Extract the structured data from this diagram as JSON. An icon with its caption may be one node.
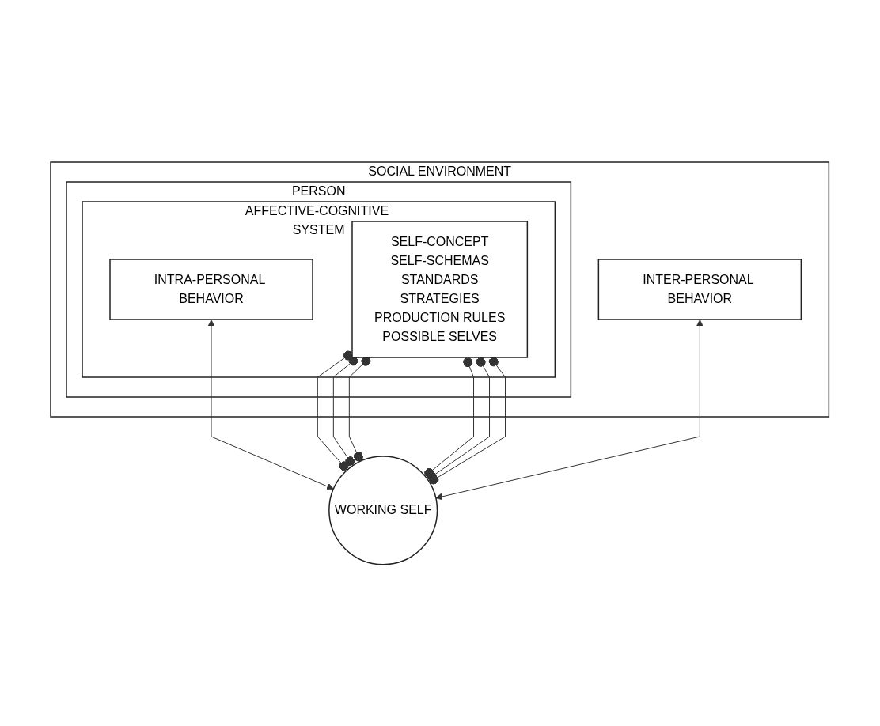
{
  "diagram": {
    "nodes": [
      {
        "text": [
          "SOCIAL ENVIRONMENT"
        ]
      },
      {
        "text": [
          "PERSON"
        ],
        "in": 0
      },
      {
        "text": [
          "AFFECTIVE-COGNITIVE SYSTEM"
        ],
        "in": 1
      },
      {
        "text": [
          "INTRA-PERSONAL BEHAVIOR"
        ],
        "in": 2
      },
      {
        "text": [
          "SELF-CONCEPT",
          "SELF-SCHEMAS",
          "STANDARDS",
          "STRATEGIES",
          "PRODUCTION RULES",
          "POSSIBLE SELVES"
        ],
        "in": 2
      },
      {
        "text": [
          "INTER-PERSONAL BEHAVIOR"
        ],
        "in": 0
      },
      {
        "text": [
          "WORKING SELF"
        ]
      }
    ],
    "edges": [
      {
        "from": 3,
        "to": 6,
        "arrow": "both"
      },
      {
        "from": 5,
        "to": 6,
        "arrow": "both"
      },
      {
        "from": 4,
        "to": 6,
        "arrow": "other"
      },
      {
        "from": 4,
        "to": 6,
        "arrow": "other"
      },
      {
        "from": 4,
        "to": 6,
        "arrow": "other"
      },
      {
        "from": 4,
        "to": 6,
        "arrow": "other"
      },
      {
        "from": 4,
        "to": 6,
        "arrow": "other"
      },
      {
        "from": 4,
        "to": 6,
        "arrow": "other"
      }
    ]
  }
}
